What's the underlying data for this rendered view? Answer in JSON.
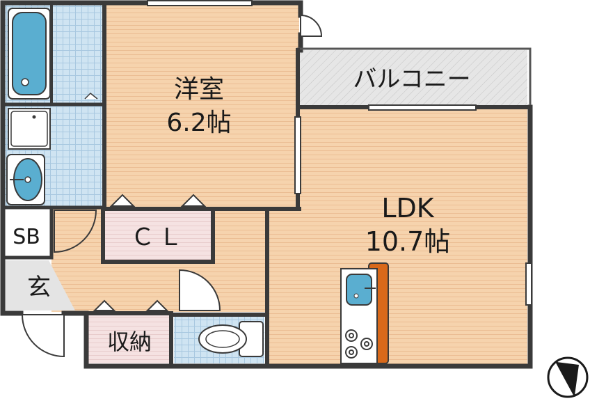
{
  "rooms": {
    "western_room": {
      "name": "洋室",
      "size": "6.2帖"
    },
    "ldk": {
      "name": "LDK",
      "size": "10.7帖"
    },
    "balcony": {
      "name": "バルコニー"
    },
    "closet": {
      "name": "ＣＬ"
    },
    "shoe_box": {
      "name": "SB"
    },
    "entrance": {
      "name": "玄"
    },
    "storage": {
      "name": "収納"
    }
  },
  "colors": {
    "wall": "#3a3a3a",
    "wood_floor": "#f6d3ad",
    "tile_floor": "#cfe4f2",
    "tile_grid": "#a8c8e0",
    "balcony_floor": "#e2e2e2",
    "closet_floor": "#f5e2e2",
    "fixture_blue": "#5aaed0",
    "counter_orange": "#d9691a"
  },
  "icons": [
    "bathtub-icon",
    "washing-machine-icon",
    "washbasin-icon",
    "toilet-icon",
    "sink-icon",
    "stove-icon",
    "compass-icon"
  ]
}
